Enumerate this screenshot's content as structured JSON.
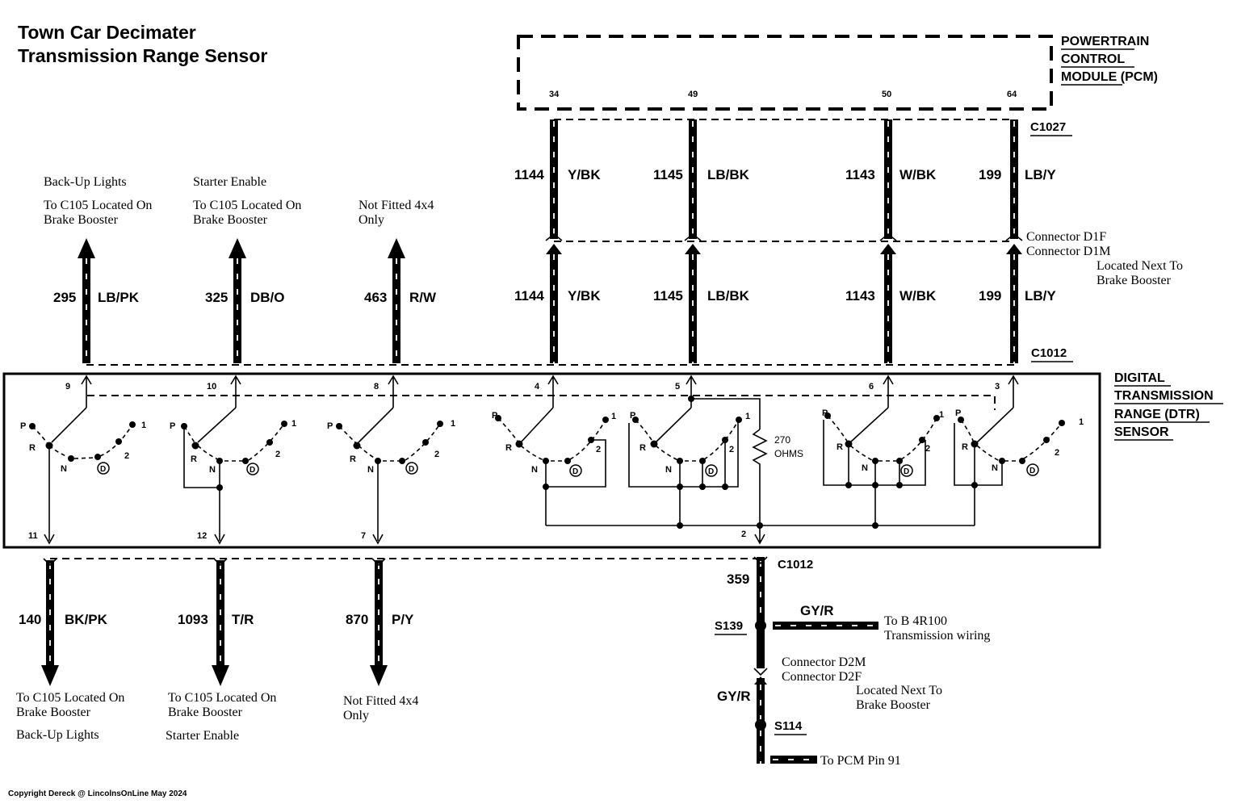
{
  "title": {
    "line1": "Town Car Decimater",
    "line2": "Transmission Range Sensor"
  },
  "pcm": {
    "label": [
      "POWERTRAIN",
      "CONTROL",
      "MODULE (PCM)"
    ],
    "pins": [
      "34",
      "49",
      "50",
      "64"
    ],
    "connector": "C1027"
  },
  "dtr": {
    "label": [
      "DIGITAL",
      "TRANSMISSION",
      "RANGE (DTR)",
      "SENSOR"
    ],
    "top_connector": "C1012",
    "bottom_connector": "C1012",
    "resistor": {
      "value": "270",
      "unit": "OHMS"
    },
    "switch_positions": {
      "p": "P",
      "r": "R",
      "n": "N",
      "d": "D",
      "one": "1",
      "two": "2"
    },
    "pins_top": [
      "9",
      "10",
      "8",
      "4",
      "5",
      "6",
      "3"
    ],
    "pins_bottom": [
      "11",
      "12",
      "7",
      "2"
    ]
  },
  "upper_left_wires": [
    {
      "circuit": "295",
      "color": "LB/PK",
      "notes": [
        "Back-Up Lights",
        "To C105 Located On",
        "Brake Booster"
      ]
    },
    {
      "circuit": "325",
      "color": "DB/O",
      "notes": [
        "Starter Enable",
        "To C105 Located On",
        "Brake Booster"
      ]
    },
    {
      "circuit": "463",
      "color": "R/W",
      "notes": [
        "Not Fitted 4x4",
        "Only"
      ]
    }
  ],
  "pcm_wires": [
    {
      "circuit": "1144",
      "color": "Y/BK"
    },
    {
      "circuit": "1145",
      "color": "LB/BK"
    },
    {
      "circuit": "1143",
      "color": "W/BK"
    },
    {
      "circuit": "199",
      "color": "LB/Y"
    }
  ],
  "inline_connector": {
    "lines": [
      "Connector D1F",
      "Connector D1M"
    ],
    "location": [
      "Located Next To",
      "Brake Booster"
    ]
  },
  "lower_wires": [
    {
      "circuit": "140",
      "color": "BK/PK",
      "notes": [
        "To C105 Located On",
        "Brake Booster"
      ],
      "extra": "Back-Up Lights"
    },
    {
      "circuit": "1093",
      "color": "T/R",
      "notes": [
        "To C105 Located On",
        "Brake Booster"
      ],
      "extra": "Starter Enable"
    },
    {
      "circuit": "870",
      "color": "P/Y",
      "notes": [
        "Not Fitted 4x4",
        "Only"
      ],
      "extra": ""
    }
  ],
  "ground_path": {
    "circuit": "359",
    "splice1": "S139",
    "branch_color": "GY/R",
    "branch_note": [
      "To B 4R100",
      "Transmission wiring"
    ],
    "connector": [
      "Connector D2M",
      "Connector D2F"
    ],
    "location": [
      "Located Next To",
      "Brake Booster"
    ],
    "color": "GY/R",
    "splice2": "S114",
    "pcm_note": "To PCM Pin 91"
  },
  "copyright": "Copyright Dereck @ LincolnsOnLine May 2024"
}
